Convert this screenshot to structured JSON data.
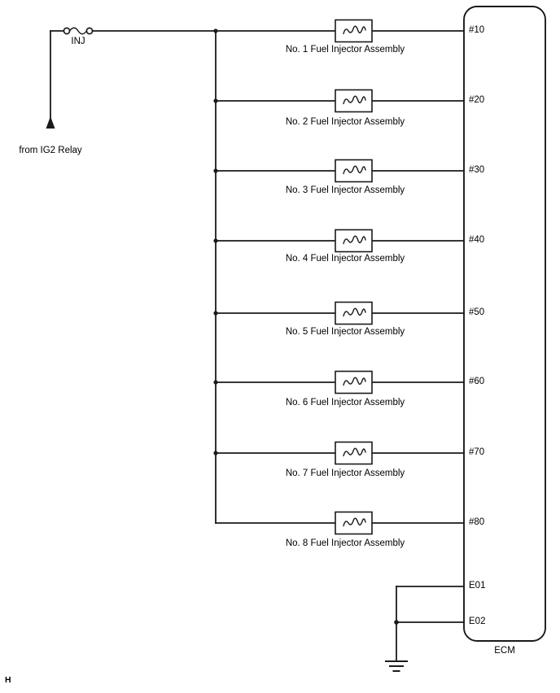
{
  "diagram": {
    "type": "automotive-wiring-schematic",
    "title_marker": "H",
    "power_source": {
      "label": "from IG2 Relay",
      "fuse_label": "INJ",
      "fuse_symbol": "fuse-icon",
      "arrow_symbol": "up-arrow-icon"
    },
    "ecm": {
      "label": "ECM",
      "pins": [
        {
          "name": "#10"
        },
        {
          "name": "#20"
        },
        {
          "name": "#30"
        },
        {
          "name": "#40"
        },
        {
          "name": "#50"
        },
        {
          "name": "#60"
        },
        {
          "name": "#70"
        },
        {
          "name": "#80"
        },
        {
          "name": "E01"
        },
        {
          "name": "E02"
        }
      ]
    },
    "injectors": [
      {
        "label": "No. 1 Fuel Injector Assembly",
        "pin": "#10"
      },
      {
        "label": "No. 2 Fuel Injector Assembly",
        "pin": "#20"
      },
      {
        "label": "No. 3 Fuel Injector Assembly",
        "pin": "#30"
      },
      {
        "label": "No. 4 Fuel Injector Assembly",
        "pin": "#40"
      },
      {
        "label": "No. 5 Fuel Injector Assembly",
        "pin": "#50"
      },
      {
        "label": "No. 6 Fuel Injector Assembly",
        "pin": "#60"
      },
      {
        "label": "No. 7 Fuel Injector Assembly",
        "pin": "#70"
      },
      {
        "label": "No. 8 Fuel Injector Assembly",
        "pin": "#80"
      }
    ],
    "ground": {
      "symbol": "ground-icon",
      "connected_pins": [
        "E01",
        "E02"
      ]
    },
    "colors": {
      "wire": "#1a1a1a",
      "background": "#ffffff",
      "text": "#000000"
    }
  }
}
